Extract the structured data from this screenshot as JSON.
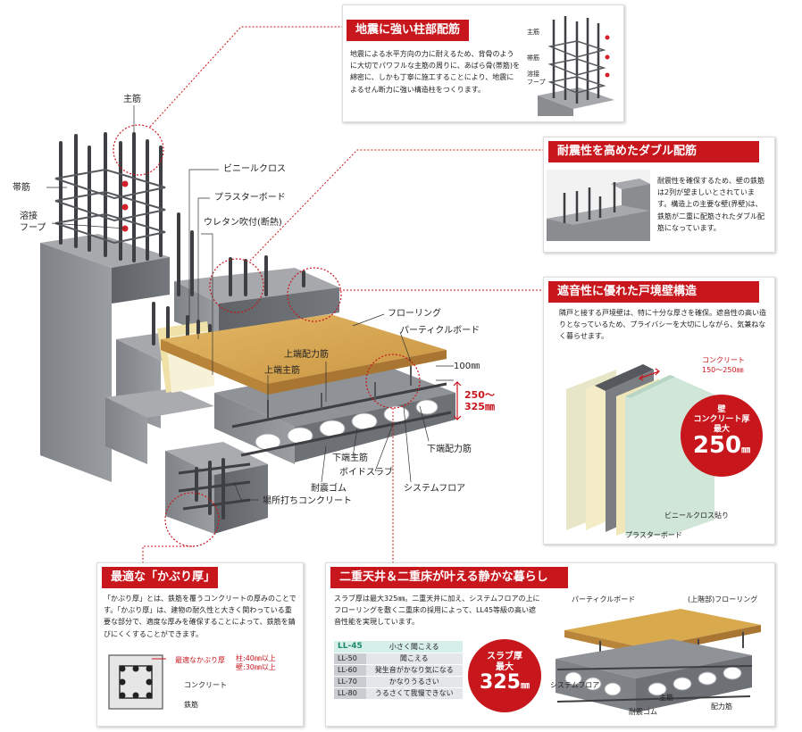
{
  "colors": {
    "accent_red": "#c8161d",
    "concrete": "#8a8c90",
    "wood": "#d9a94e",
    "green_board": "#cfe6d8"
  },
  "main_labels": {
    "shukin": "主筋",
    "obikin": "帯筋",
    "yousetsu_1": "溶接",
    "yousetsu_2": "フープ",
    "vinyl_cloth": "ビニールクロス",
    "plaster_board": "プラスターボード",
    "urethane": "ウレタン吹付(断熱)",
    "flooring": "フローリング",
    "particle_board": "パーティクルボード",
    "upper_dist_bar": "上端配力筋",
    "upper_main_bar": "上端主筋",
    "dim_100": "100㎜",
    "dim_250": "250〜",
    "dim_325": "325㎜",
    "lower_main_bar": "下端主筋",
    "void_slab": "ボイドスラブ",
    "lower_dist_bar": "下端配力筋",
    "rubber": "耐震ゴム",
    "system_floor": "システムフロア",
    "cast_concrete": "場所打ちコンクリート"
  },
  "panel_column": {
    "title": "地震に強い柱部配筋",
    "text": "地震による水平方向の力に耐えるため、背骨のように大切でパワフルな主筋の周りに、あばら骨(帯筋)を綿密に、しかも丁寧に施工することにより、地震によるせん断力に強い構造柱をつくります。",
    "labels": {
      "shukin": "主筋",
      "obikin": "帯筋",
      "yousetsu_1": "溶接",
      "yousetsu_2": "フープ"
    }
  },
  "panel_double": {
    "title": "耐震性を高めたダブル配筋",
    "text": "耐震性を確保するため、壁の鉄筋は2列が望ましいとされています。構造上の主要な壁(界壁)は、鉄筋が二重に配筋されたダブル配筋になっています。"
  },
  "panel_wall": {
    "title": "遮音性に優れた戸境壁構造",
    "text": "隣戸と接する戸境壁は、特に十分な厚さを確保。遮音性の高い造りとなっているため、プライバシーを大切にしながら、気兼ねなく暮らせます。",
    "concrete_label": "コンクリート",
    "concrete_range": "150〜250㎜",
    "badge_line1": "壁",
    "badge_line2": "コンクリート厚",
    "badge_line3": "最大",
    "badge_value": "250",
    "badge_unit": "㎜",
    "vinyl_label": "ビニールクロス貼り",
    "plaster_label": "プラスターボード"
  },
  "panel_cover": {
    "title": "最適な「かぶり厚」",
    "text": "「かぶり厚」とは、鉄筋を覆うコンクリートの厚みのことです。「かぶり厚」は、建物の耐久性と大きく関わっている重要な部分で、適度な厚みを確保することによって、鉄筋を錆びにくくすることができます。",
    "label_cover": "最適なかぶり厚",
    "label_column": "柱:40㎜以上",
    "label_wall": "壁:30㎜以上",
    "label_concrete": "コンクリート",
    "label_rebar": "鉄筋"
  },
  "panel_floor": {
    "title": "二重天井＆二重床が叶える静かな暮らし",
    "text": "スラブ厚は最大325㎜。二重天井に加え、システムフロアの上にフローリングを敷く二重床の採用によって、LL45等級の高い遮音性能を実現しています。",
    "table": [
      {
        "grade": "LL-45",
        "desc": "小さく聞こえる"
      },
      {
        "grade": "LL-50",
        "desc": "聞こえる"
      },
      {
        "grade": "LL-60",
        "desc": "発生音がかなり気になる"
      },
      {
        "grade": "LL-70",
        "desc": "かなりうるさい"
      },
      {
        "grade": "LL-80",
        "desc": "うるさくて我慢できない"
      }
    ],
    "badge_line1": "スラブ厚",
    "badge_line2": "最大",
    "badge_value": "325",
    "badge_unit": "㎜",
    "labels": {
      "particle_board": "パーティクルボード",
      "upper_flooring": "(上階部)フローリング",
      "system_floor": "システムフロア",
      "shukin": "主筋",
      "rubber": "耐震ゴム",
      "dist_bar": "配力筋"
    }
  }
}
